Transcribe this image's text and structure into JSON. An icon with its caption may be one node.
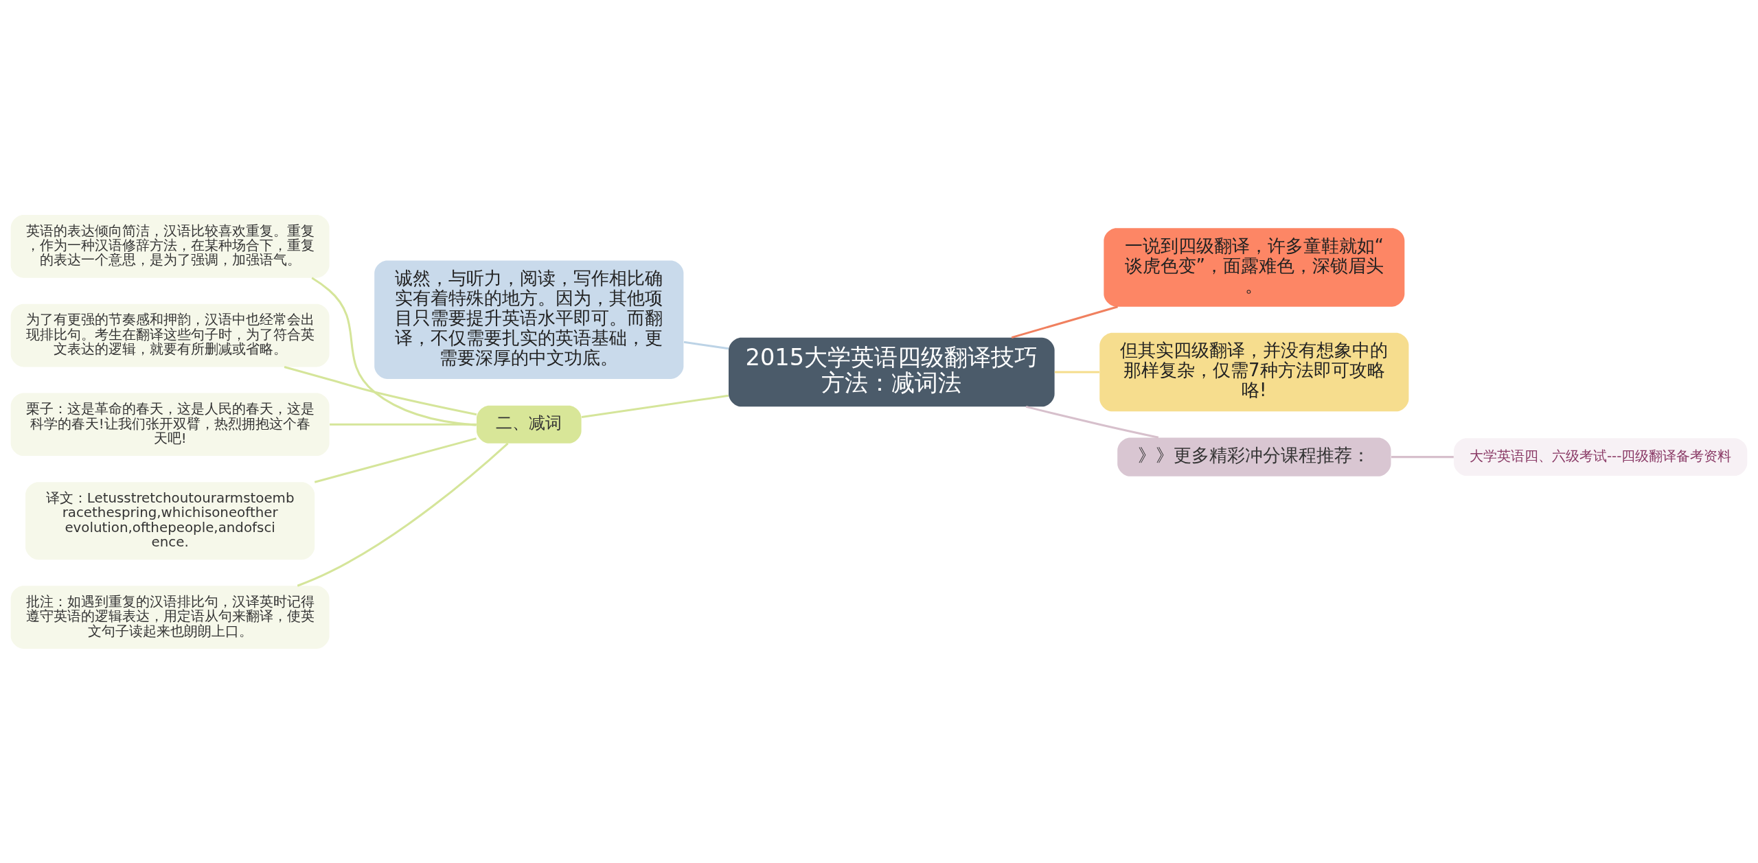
{
  "diagram": {
    "nodes": [
      {
        "text": [
          "2015大学英语四级翻译技巧方法：减词法"
        ]
      },
      {
        "text": [
          "诚然，与听力，阅读，写作相比确实有着特殊的地方。因为，其他项目只需要提升英语水平即可。而翻译，不仅需要扎实的英语基础，更需要深厚的中文功底。"
        ]
      },
      {
        "text": [
          "二、减词"
        ]
      },
      {
        "text": [
          "英语的表达倾向简洁，汉语比较喜欢重复。重复，作为一种汉语修辞方法，在某种场合下，重复的表达一个意思，是为了强调，加强语气。"
        ]
      },
      {
        "text": [
          "为了有更强的节奏感和押韵，汉语中也经常会出现排比句。考生在翻译这些句子时，为了符合英文表达的逻辑，就要有所删减或省略。"
        ]
      },
      {
        "text": [
          "栗子：这是革命的春天，这是人民的春天，这是科学的春天!让我们张开双臂，热烈拥抱这个春天吧!"
        ]
      },
      {
        "text": [
          "译文：Letusstretchoutourarmstoembracethespring,whichisoneoftherevolution,ofthepeople,andofscience."
        ]
      },
      {
        "text": [
          "批注：如遇到重复的汉语排比句，汉译英时记得遵守英语的逻辑表达，用定语从句来翻译，使英文句子读起来也朗朗上口。"
        ]
      },
      {
        "text": [
          "一说到四级翻译，许多童鞋就如“谈虎色变”，面露难色，深锁眉头。"
        ]
      },
      {
        "text": [
          "但其实四级翻译，并没有想象中的那样复杂，仅需7种方法即可攻略咯!"
        ]
      },
      {
        "text": [
          "》》更多精彩冲分课程推荐："
        ]
      },
      {
        "text": [
          "大学英语四、六级考试---四级翻译备考资料"
        ]
      }
    ],
    "edges": [
      {
        "from": 0,
        "to": 1,
        "arrow": "none",
        "color": "#bcd3e6"
      },
      {
        "from": 0,
        "to": 2,
        "arrow": "none"
      },
      {
        "from": 2,
        "to": 3,
        "arrow": "none"
      },
      {
        "from": 2,
        "to": 4,
        "arrow": "none"
      },
      {
        "from": 2,
        "to": 5,
        "arrow": "none"
      },
      {
        "from": 2,
        "to": 6,
        "arrow": "none"
      },
      {
        "from": 2,
        "to": 7,
        "arrow": "none"
      },
      {
        "from": 0,
        "to": 8,
        "arrow": "none",
        "color": "#f0805f"
      },
      {
        "from": 0,
        "to": 9,
        "arrow": "none",
        "color": "#f5dd8c"
      },
      {
        "from": 0,
        "to": 10,
        "arrow": "none",
        "color": "#d7c0cc"
      },
      {
        "from": 10,
        "to": 11,
        "arrow": "none",
        "color": "#d7c0cc"
      }
    ]
  }
}
